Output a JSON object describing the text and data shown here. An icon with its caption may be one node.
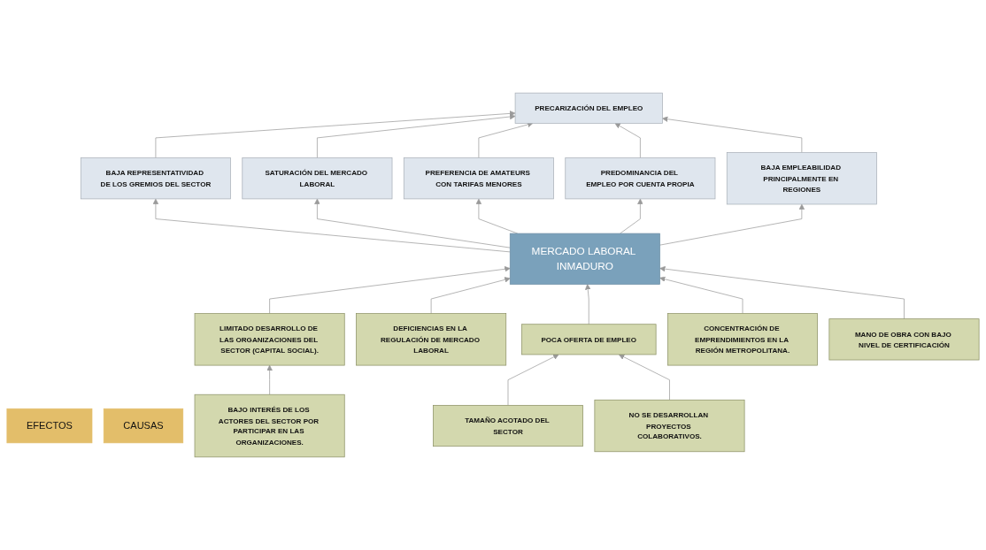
{
  "diagram": {
    "nodes": [
      {
        "text": [
          "EFECTOS"
        ]
      },
      {
        "text": [
          "PRECARIZACIÓN DEL EMPLEO"
        ]
      },
      {
        "text": [
          "BAJA REPRESENTATIVIDAD DE LOS GREMIOS DEL SECTOR"
        ]
      },
      {
        "text": [
          "SATURACIÓN DEL MERCADO LABORAL"
        ]
      },
      {
        "text": [
          "PREFERENCIA DE AMATEURS CON TARIFAS MENORES"
        ]
      },
      {
        "text": [
          "PREDOMINANCIA DEL EMPLEO POR CUENTA PROPIA"
        ]
      },
      {
        "text": [
          "BAJA EMPLEABILIDAD PRINCIPALMENTE EN REGIONES"
        ]
      },
      {
        "text": [
          "MERCADO LABORAL INMADURO"
        ]
      },
      {
        "text": [
          "CAUSAS"
        ]
      },
      {
        "text": [
          "LIMITADO DESARROLLO DE LAS ORGANIZACIONES DEL SECTOR (CAPITAL SOCIAL)."
        ]
      },
      {
        "text": [
          "DEFICIENCIAS EN LA REGULACIÓN DE MERCADO LABORAL"
        ]
      },
      {
        "text": [
          "POCA OFERTA DE EMPLEO"
        ]
      },
      {
        "text": [
          "CONCENTRACIÓN DE EMPRENDIMIENTOS EN LA REGIÓN METROPOLITANA."
        ]
      },
      {
        "text": [
          "MANO DE OBRA CON BAJO NIVEL DE CERTIFICACIÓN"
        ]
      },
      {
        "text": [
          "BAJO INTERÉS DE LOS ACTORES DEL SECTOR POR PARTICIPAR EN LAS ORGANIZACIONES."
        ]
      },
      {
        "text": [
          "TAMAÑO ACOTADO DEL SECTOR"
        ]
      },
      {
        "text": [
          "NO SE DESARROLLAN PROYECTOS COLABORATIVOS."
        ]
      }
    ],
    "edges": [
      {
        "from": 2,
        "to": 1,
        "arrow": "to"
      },
      {
        "from": 3,
        "to": 1,
        "arrow": "to"
      },
      {
        "from": 4,
        "to": 1,
        "arrow": "to"
      },
      {
        "from": 5,
        "to": 1,
        "arrow": "to"
      },
      {
        "from": 6,
        "to": 1,
        "arrow": "to"
      },
      {
        "from": 7,
        "to": 2,
        "arrow": "to"
      },
      {
        "from": 7,
        "to": 3,
        "arrow": "to"
      },
      {
        "from": 7,
        "to": 4,
        "arrow": "to"
      },
      {
        "from": 7,
        "to": 5,
        "arrow": "to"
      },
      {
        "from": 7,
        "to": 6,
        "arrow": "to"
      },
      {
        "from": 9,
        "to": 7,
        "arrow": "to"
      },
      {
        "from": 10,
        "to": 7,
        "arrow": "to"
      },
      {
        "from": 11,
        "to": 7,
        "arrow": "to"
      },
      {
        "from": 12,
        "to": 7,
        "arrow": "to"
      },
      {
        "from": 13,
        "to": 7,
        "arrow": "to"
      },
      {
        "from": 14,
        "to": 9,
        "arrow": "to"
      },
      {
        "from": 15,
        "to": 11,
        "arrow": "to"
      },
      {
        "from": 16,
        "to": 11,
        "arrow": "to"
      }
    ]
  }
}
